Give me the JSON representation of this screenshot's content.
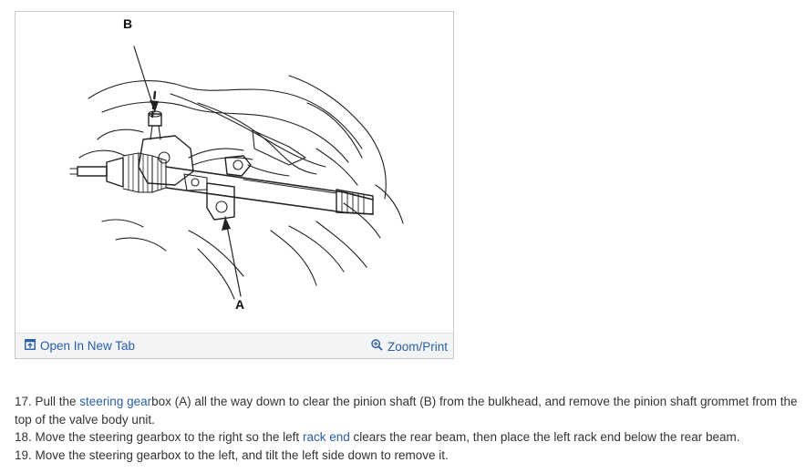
{
  "figure": {
    "callout_a": "A",
    "callout_b": "B",
    "open_tab_label": "Open In New Tab",
    "zoom_print_label": "Zoom/Print",
    "open_tab_icon": "open-in-new-tab-icon",
    "zoom_icon": "magnifier-plus-icon"
  },
  "steps": [
    {
      "before": "17. Pull the ",
      "link": "steering gear",
      "after": "box (A) all the way down to clear the pinion shaft (B) from the bulkhead, and remove the pinion shaft grommet from the top of the valve body unit."
    },
    {
      "before": "18. Move the steering gearbox to the right so the left ",
      "link": "rack end",
      "after": " clears the rear beam, then place the left rack end below the rear beam."
    },
    {
      "text": "19. Move the steering gearbox to the left, and tilt the left side down to remove it."
    }
  ],
  "colors": {
    "link": "#2a5fa8",
    "text": "#333333",
    "border": "#c8c8c8",
    "bar_bg": "#f3f4f6"
  }
}
